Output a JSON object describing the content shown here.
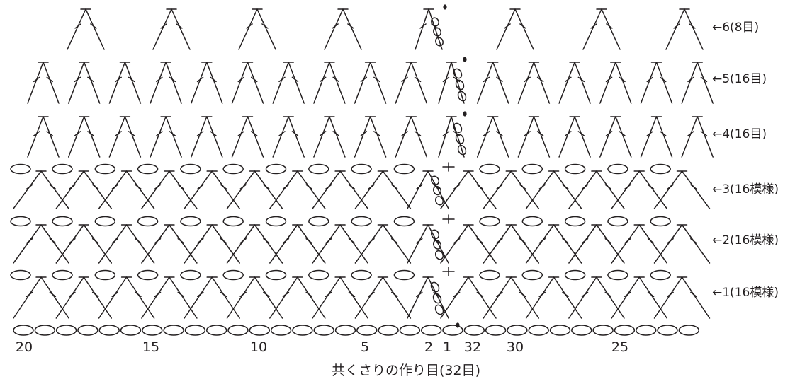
{
  "rows": [
    {
      "label": "←6(8目)"
    },
    {
      "label": "←5(16目)"
    },
    {
      "label": "←4(16目)"
    },
    {
      "label": "←3(16模様)"
    },
    {
      "label": "←2(16模様)"
    },
    {
      "label": "←1(16模様)"
    }
  ],
  "foundation": {
    "label": "共くさりの作り目(32目)",
    "numbers": [
      "20",
      "15",
      "10",
      "5",
      "2",
      "1",
      "32",
      "30",
      "25"
    ]
  },
  "colors": {
    "ink": "#231f20"
  }
}
